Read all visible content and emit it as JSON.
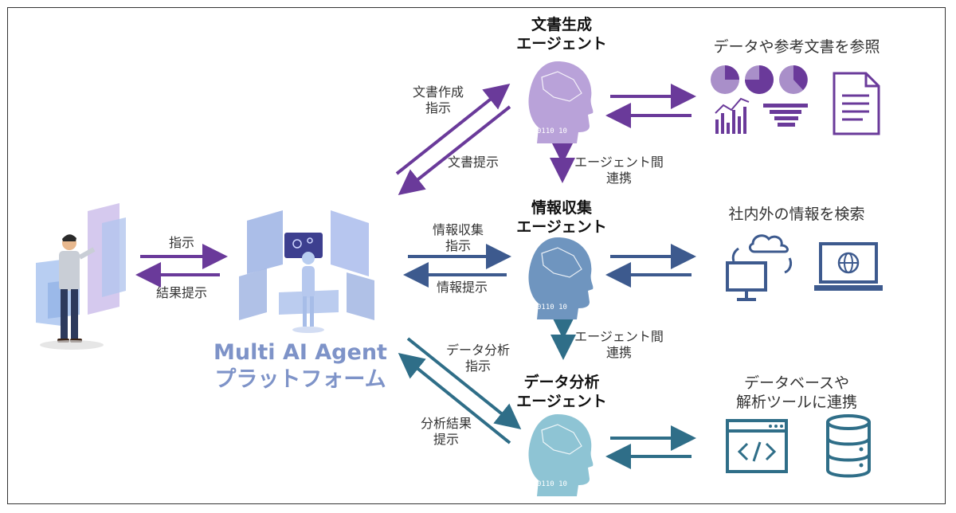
{
  "platform": {
    "line1": "Multi AI Agent",
    "line2": "プラットフォーム"
  },
  "user_link": {
    "to_platform": "指示",
    "from_platform": "結果提示"
  },
  "agents": [
    {
      "title1": "文書生成",
      "title2": "エージェント",
      "in_label1": "文書作成",
      "in_label2": "指示",
      "out_label": "文書提示",
      "resource": "データや参考文書を参照",
      "color": "#6a3a9a"
    },
    {
      "title1": "情報収集",
      "title2": "エージェント",
      "in_label1": "情報収集",
      "in_label2": "指示",
      "out_label": "情報提示",
      "resource": "社内外の情報を検索",
      "color": "#3d5a8e"
    },
    {
      "title1": "データ分析",
      "title2": "エージェント",
      "in_label1": "データ分析",
      "in_label2": "指示",
      "out_label1": "分析結果",
      "out_label2": "提示",
      "resource1": "データベースや",
      "resource2": "解析ツールに連携",
      "color": "#2f6e88"
    }
  ],
  "inter_agent": {
    "line1": "エージェント間",
    "line2": "連携"
  }
}
